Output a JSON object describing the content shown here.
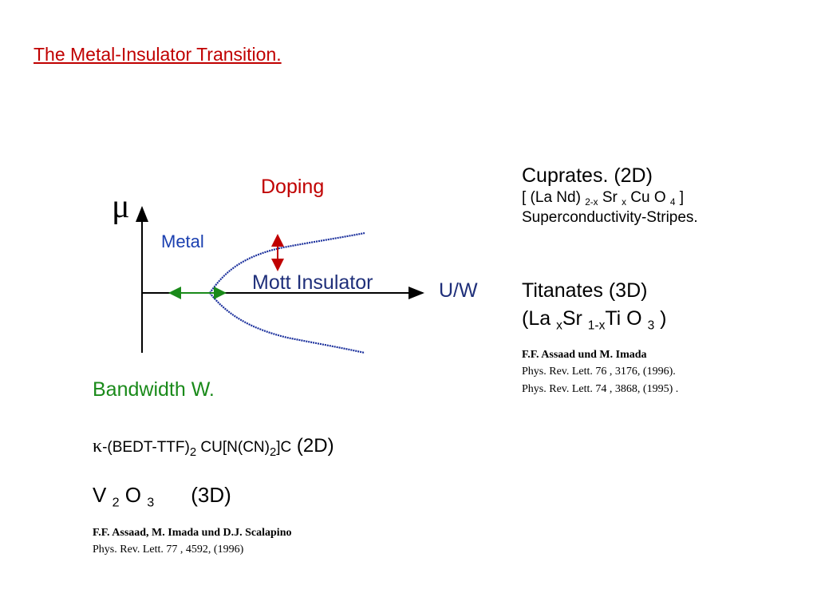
{
  "title": "The Metal-Insulator Transition.",
  "diagram": {
    "y_axis_label": "μ",
    "doping_label": "Doping",
    "metal_label": "Metal",
    "mott_label": "Mott Insulator",
    "x_axis_label": "U/W",
    "colors": {
      "curve": "#1a2f9c",
      "doping_arrow": "#c00000",
      "bandwidth_arrow": "#1a8a1a"
    }
  },
  "left": {
    "bandwidth": "Bandwidth W.",
    "kappa": {
      "symbol": "κ",
      "formula_a": "-(BEDT-TTF)",
      "sub_a": "2",
      "formula_b": " CU[N(CN)",
      "sub_b": "2",
      "formula_c": "]C",
      "dim": " (2D)"
    },
    "v2o3": {
      "v": "V",
      "sub_v": "2",
      "o": "O",
      "sub_o": "3",
      "dim": "(3D)"
    },
    "ref": {
      "authors": "F.F. Assaad, M. Imada und D.J.  Scalapino",
      "journal": "Phys. Rev. Lett. 77 , 4592, (1996)"
    }
  },
  "right": {
    "cuprates": {
      "title": "Cuprates. (2D)",
      "f1": "[ (La Nd) ",
      "s1": "2-x",
      "f2": " Sr ",
      "s2": "x",
      "f3": " Cu O ",
      "s3": "4",
      "f4": " ]",
      "line3": "Superconductivity-Stripes."
    },
    "titanates": {
      "title": "Titanates  (3D)",
      "f1": "(La ",
      "s1": "x",
      "f2": "Sr ",
      "s2": "1-x",
      "f3": "Ti O ",
      "s3": "3",
      "f4": " )"
    },
    "ref": {
      "authors": "F.F. Assaad  und M. Imada",
      "journal1": "Phys. Rev. Lett. 76 , 3176, (1996).",
      "journal2": "Phys. Rev. Lett. 74 , 3868, (1995) ."
    }
  }
}
